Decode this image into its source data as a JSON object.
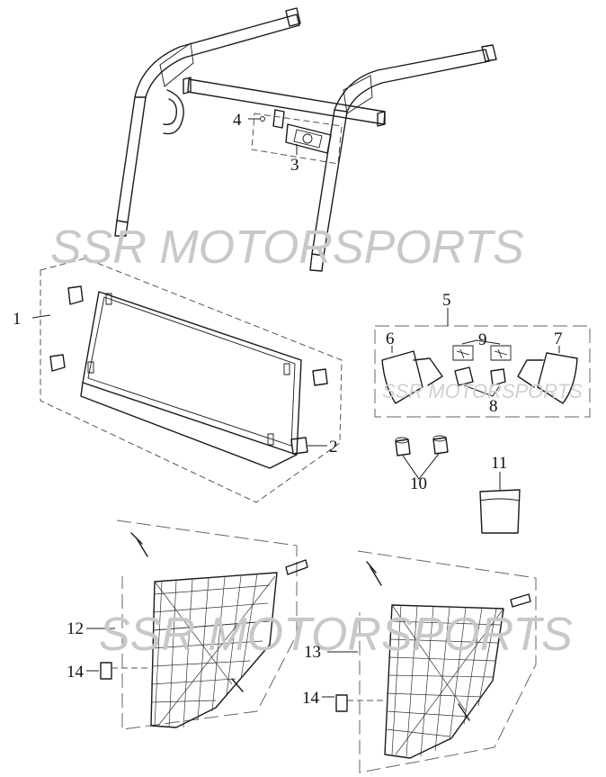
{
  "watermark": {
    "main": "SSR MOTORSPORTS",
    "inset": "SSR MOTORSPORTS",
    "net": "SSR MOTORSPORTS"
  },
  "callouts": {
    "c1": "1",
    "c2": "2",
    "c3": "3",
    "c4": "4",
    "c5": "5",
    "c6": "6",
    "c7": "7",
    "c8": "8",
    "c9": "9",
    "c10": "10",
    "c11": "11",
    "c12": "12",
    "c13": "13",
    "c14a": "14",
    "c14b": "14"
  }
}
